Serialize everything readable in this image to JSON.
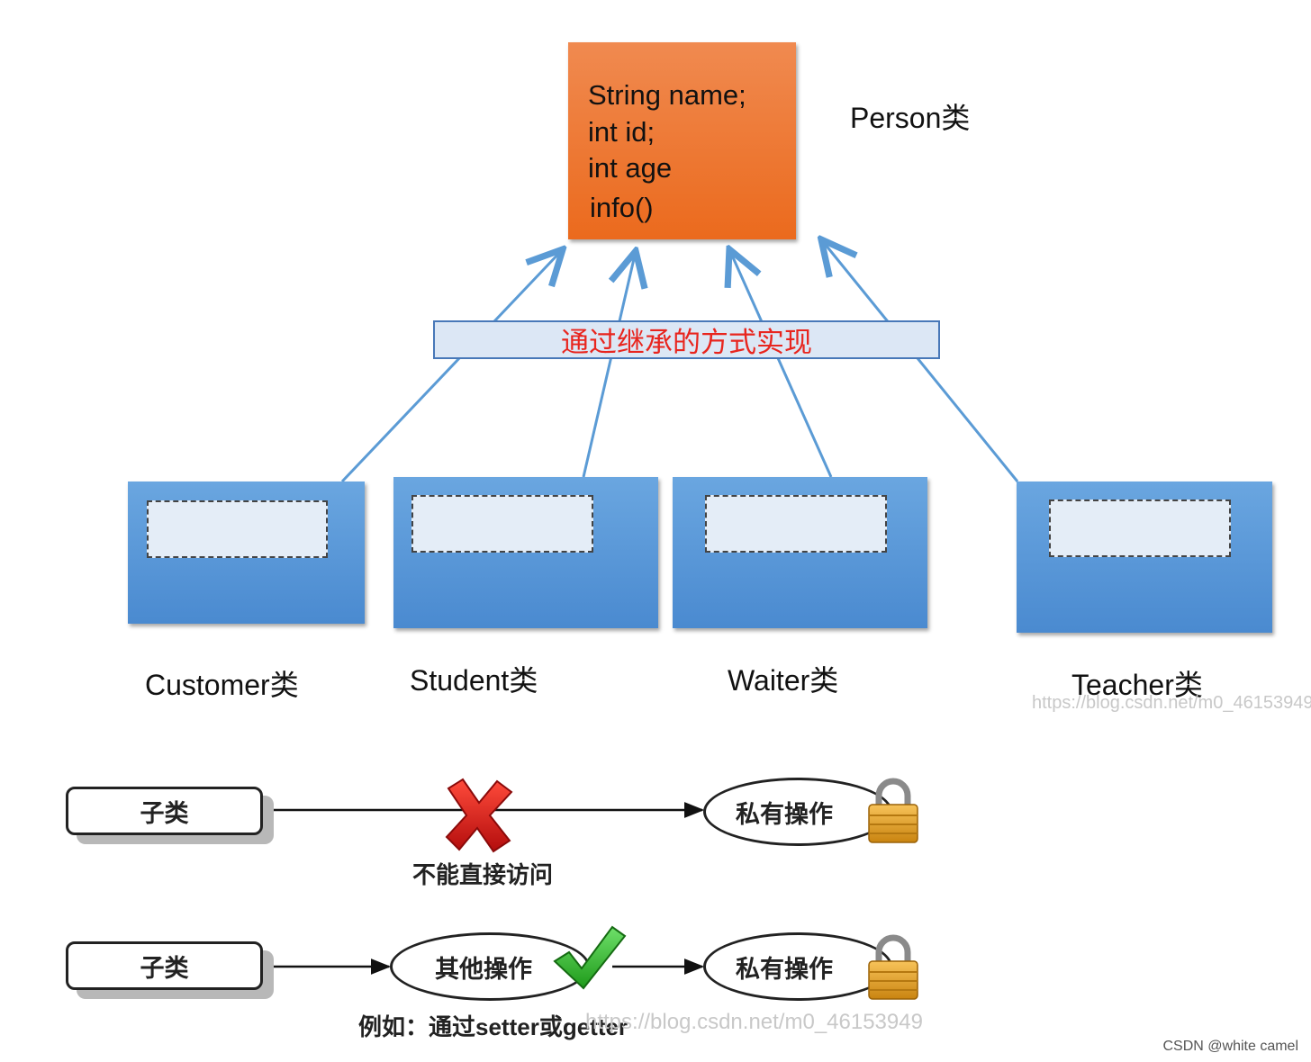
{
  "person": {
    "fields": [
      "String name;",
      "int id;",
      "int age",
      "info()"
    ],
    "label": "Person类"
  },
  "banner": "通过继承的方式实现",
  "subclasses": [
    "Customer类",
    "Student类",
    "Waiter类",
    "Teacher类"
  ],
  "watermark_top": "https://blog.csdn.net/m0_46153949",
  "access_row1": {
    "subclass": "子类",
    "target": "私有操作",
    "caption": "不能直接访问"
  },
  "access_row2": {
    "subclass": "子类",
    "middle": "其他操作",
    "target": "私有操作",
    "caption": "例如：通过setter或getter",
    "watermark": "https://blog.csdn.net/m0_46153949"
  },
  "credit": "CSDN @white camel",
  "colors": {
    "person_box": "#eb6a1d",
    "class_box": "#4a8ad0",
    "banner_text": "#e8251e",
    "arrow": "#5b9bd5"
  }
}
